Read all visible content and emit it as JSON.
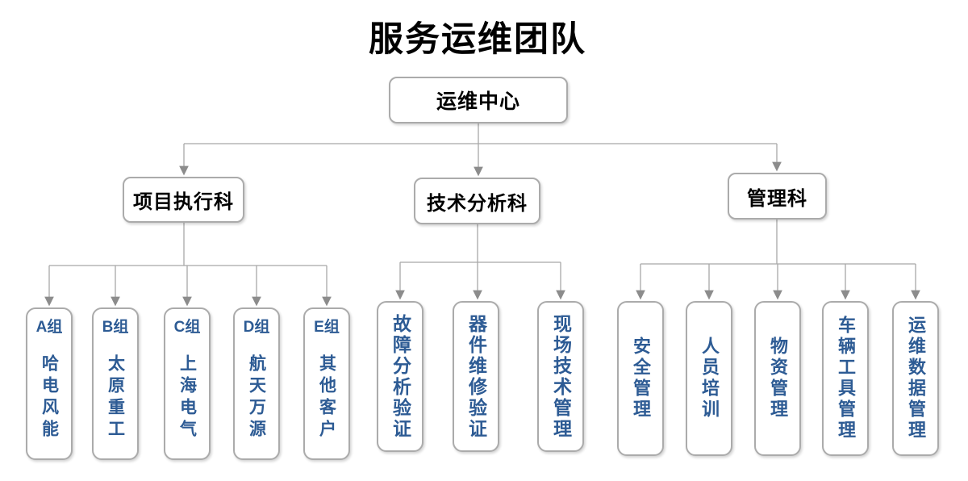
{
  "title": "服务运维团队",
  "root": {
    "label": "运维中心"
  },
  "branches": [
    {
      "label": "项目执行科",
      "children": [
        {
          "header": "A组",
          "name": "哈电风能"
        },
        {
          "header": "B组",
          "name": "太原重工"
        },
        {
          "header": "C组",
          "name": "上海电气"
        },
        {
          "header": "D组",
          "name": "航天万源"
        },
        {
          "header": "E组",
          "name": "其他客户"
        }
      ]
    },
    {
      "label": "技术分析科",
      "children": [
        {
          "name": "故障分析验证"
        },
        {
          "name": "器件维修验证"
        },
        {
          "name": "现场技术管理"
        }
      ]
    },
    {
      "label": "管理科",
      "children": [
        {
          "name": "安全管理"
        },
        {
          "name": "人员培训"
        },
        {
          "name": "物资管理"
        },
        {
          "name": "车辆工具管理"
        },
        {
          "name": "运维数据管理"
        }
      ]
    }
  ],
  "colors": {
    "node_text_blue": "#2D5B94",
    "title_text": "#000000",
    "box_border": "#ABABAB",
    "connector_line": "#A8A8A8",
    "arrowhead": "#8C8C8C"
  }
}
